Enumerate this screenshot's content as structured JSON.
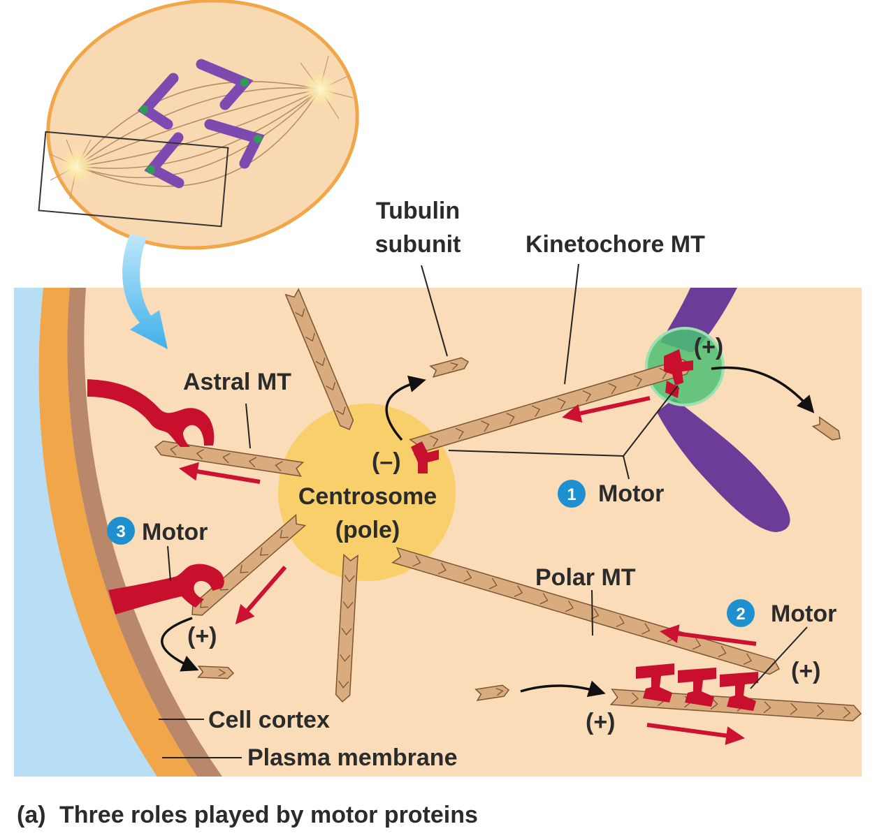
{
  "labels": {
    "tubulin_line1": "Tubulin",
    "tubulin_line2": "subunit",
    "kinetochore_mt": "Kinetochore MT",
    "astral_mt": "Astral MT",
    "minus_end": "(–)",
    "centrosome": "Centrosome",
    "pole": "(pole)",
    "plus_kinetochore": "(+)",
    "motor1": "Motor",
    "motor3": "Motor",
    "polar_mt": "Polar MT",
    "motor2": "Motor",
    "plus_polar_top": "(+)",
    "plus_polar_bottom": "(+)",
    "plus_astral": "(+)",
    "cell_cortex": "Cell cortex",
    "plasma_membrane": "Plasma membrane"
  },
  "badges": {
    "one": "1",
    "two": "2",
    "three": "3"
  },
  "caption": {
    "letter": "(a)",
    "text": "Three roles played by motor proteins"
  },
  "colors": {
    "cytoplasm": "#fbdcb8",
    "outside": "#b7def5",
    "cortex": "#f2a64a",
    "membrane": "#b9876a",
    "microtubule": "#d9ab7d",
    "microtubule_edge": "#7a5535",
    "centrosome": "#f8cf6a",
    "motor": "#c8102e",
    "chromosome": "#6b3d99",
    "kinetochore": "#4bbf72",
    "badge": "#1e90d0",
    "zoom_arrow": "#6cc6f2"
  }
}
